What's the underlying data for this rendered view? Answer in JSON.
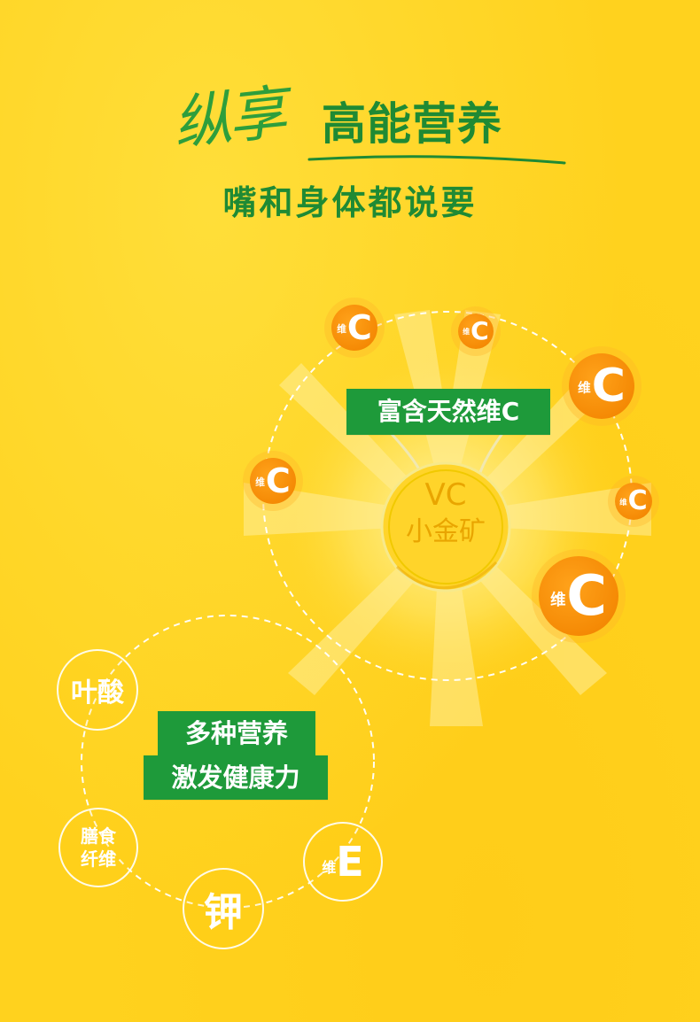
{
  "headline": {
    "script_text": "纵享",
    "bold_text": "高能营养",
    "subtitle": "嘴和身体都说要"
  },
  "vc_section": {
    "label": "富含天然维C",
    "medal_line1": "VC",
    "medal_line2": "小金矿",
    "badges": [
      {
        "prefix": "维",
        "letter": "C"
      },
      {
        "prefix": "维",
        "letter": "C"
      },
      {
        "prefix": "维",
        "letter": "C"
      },
      {
        "prefix": "维",
        "letter": "C"
      },
      {
        "prefix": "维",
        "letter": "C"
      },
      {
        "prefix": "维",
        "letter": "C"
      }
    ]
  },
  "nutrients": {
    "label_line1": "多种营养",
    "label_line2": "激发健康力",
    "items": {
      "folic": "叶酸",
      "fiber_line1": "膳食",
      "fiber_line2": "纤维",
      "potassium": "钾",
      "vite_prefix": "维",
      "vite_letter": "E"
    }
  },
  "colors": {
    "background": "#FFD21E",
    "green": "#1E9A3A",
    "orange": "#F58A05",
    "gold": "#E9A500"
  }
}
